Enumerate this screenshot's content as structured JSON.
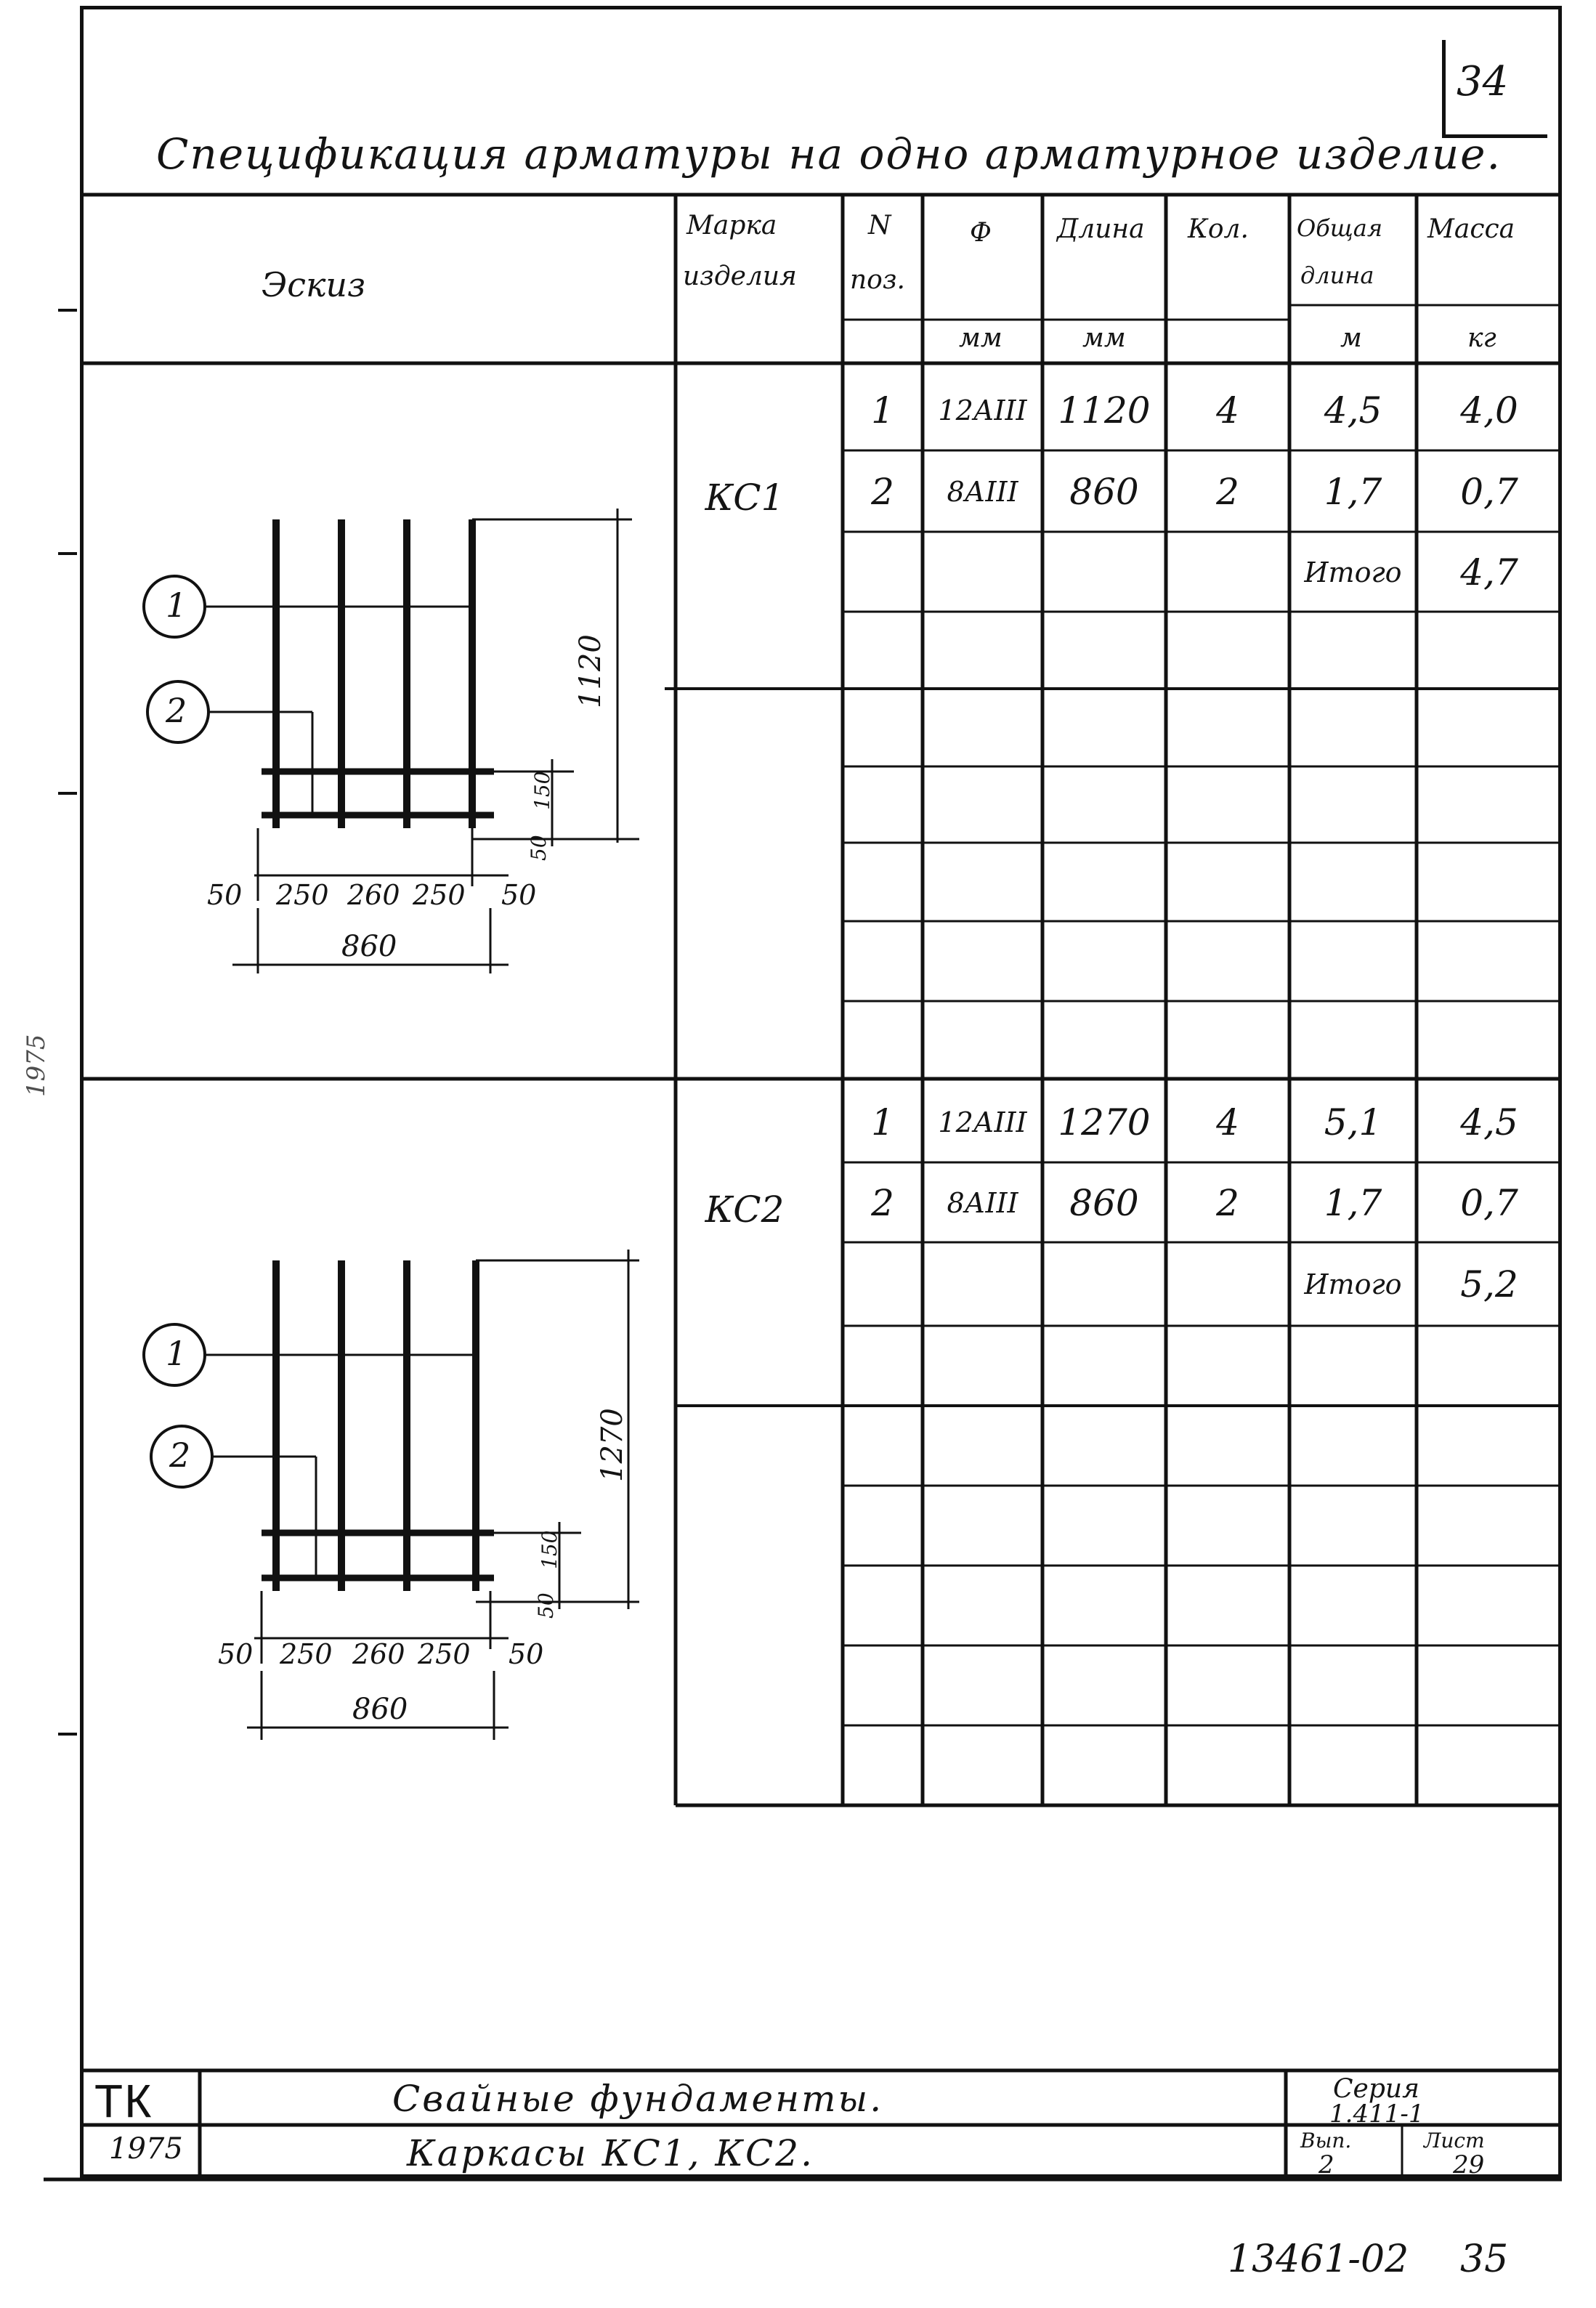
{
  "sheet": {
    "sheet_no": "34",
    "title": "Спецификация арматуры на одно арматурное изделие.",
    "bottom_code": "13461-02",
    "bottom_page": "35",
    "margin_stamp": "1975"
  },
  "headers": {
    "sketch": "Эскиз",
    "mark_1": "Марка",
    "mark_2": "изделия",
    "pos_1": "N",
    "pos_2": "поз.",
    "dia_1": "Ф",
    "dia_unit": "мм",
    "len_1": "Длина",
    "len_unit": "мм",
    "qty": "Кол.",
    "total_1": "Общая",
    "total_2": "длина",
    "total_unit": "м",
    "mass_1": "Масса",
    "mass_unit": "кг"
  },
  "groups": [
    {
      "mark": "КС1",
      "rows": [
        {
          "pos": "1",
          "dia": "12АIII",
          "len": "1120",
          "qty": "4",
          "total": "4,5",
          "mass": "4,0"
        },
        {
          "pos": "2",
          "dia": "8АIII",
          "len": "860",
          "qty": "2",
          "total": "1,7",
          "mass": "0,7"
        }
      ],
      "total_label": "Итого",
      "total_mass": "4,7",
      "dims": {
        "height": "1120",
        "d1": "50",
        "d2": "250",
        "d3": "260",
        "d4": "250",
        "d5": "50",
        "width": "860",
        "v1": "150",
        "v2": "50",
        "callout1": "1",
        "callout2": "2"
      }
    },
    {
      "mark": "КС2",
      "rows": [
        {
          "pos": "1",
          "dia": "12АIII",
          "len": "1270",
          "qty": "4",
          "total": "5,1",
          "mass": "4,5"
        },
        {
          "pos": "2",
          "dia": "8АIII",
          "len": "860",
          "qty": "2",
          "total": "1,7",
          "mass": "0,7"
        }
      ],
      "total_label": "Итого",
      "total_mass": "5,2",
      "dims": {
        "height": "1270",
        "d1": "50",
        "d2": "250",
        "d3": "260",
        "d4": "250",
        "d5": "50",
        "width": "860",
        "v1": "150",
        "v2": "50",
        "callout1": "1",
        "callout2": "2"
      }
    }
  ],
  "title_block": {
    "org": "ТК",
    "year": "1975",
    "line1": "Свайные фундаменты.",
    "line2": "Каркасы КС1, КС2.",
    "series_label": "Серия",
    "series_value": "1.411-1",
    "issue_label": "Вып.",
    "issue_value": "2",
    "sheet_label": "Лист",
    "sheet_value": "29"
  }
}
